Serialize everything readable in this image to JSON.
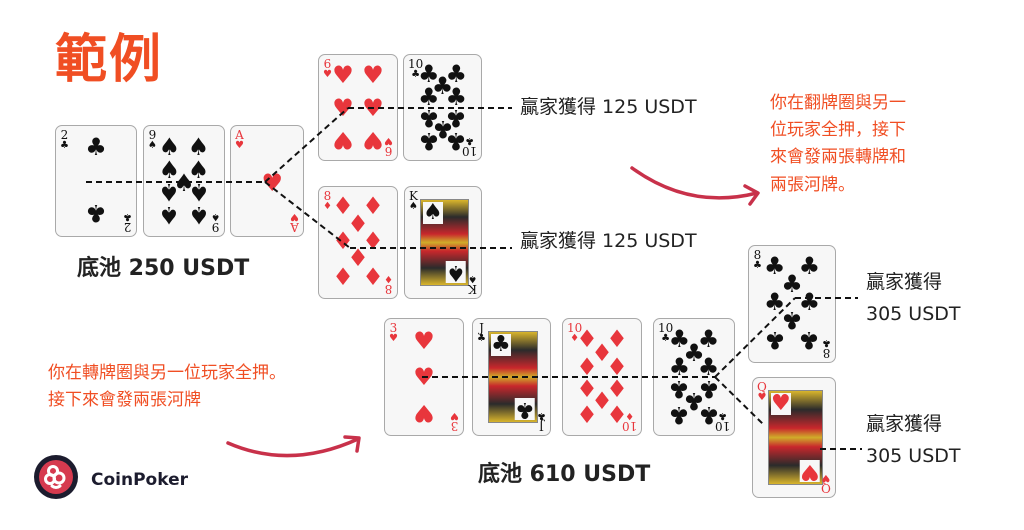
{
  "title": "範例",
  "flop_pot": "底池 250 USDT",
  "turn_pot": "底池 610 USDT",
  "winner_labels": {
    "top_a": "贏家獲得 125 USDT",
    "top_b": "贏家獲得 125 USDT",
    "bottom_a_line1": "贏家獲得",
    "bottom_a_line2": "305 USDT",
    "bottom_b_line1": "贏家獲得",
    "bottom_b_line2": "305 USDT"
  },
  "notes": {
    "flop_allin": [
      "你在翻牌圈與另一",
      "位玩家全押，接下",
      "來會發兩張轉牌和",
      "兩張河牌。"
    ],
    "turn_allin": [
      "你在轉牌圈與另一位玩家全押。",
      "接下來會發兩張河牌"
    ]
  },
  "brand": {
    "name": "CoinPoker",
    "accent": "#d63a4f",
    "dark": "#1c1c2e"
  },
  "colors": {
    "title": "#f04e23",
    "note": "#f04e23",
    "arrow": "#c8314a",
    "suit_red": "#e8363c"
  },
  "board_flop": [
    {
      "rank": "2",
      "suit": "♣",
      "color": "blk"
    },
    {
      "rank": "9",
      "suit": "♠",
      "color": "blk"
    },
    {
      "rank": "A",
      "suit": "♥",
      "color": "red"
    }
  ],
  "flop_runouts": [
    {
      "turn": {
        "rank": "6",
        "suit": "♥"
      },
      "river": {
        "rank": "10",
        "suit": "♣"
      }
    },
    {
      "turn": {
        "rank": "8",
        "suit": "♦"
      },
      "river": {
        "rank": "K",
        "suit": "♠"
      }
    }
  ],
  "board_turn": [
    {
      "rank": "3",
      "suit": "♥",
      "color": "red"
    },
    {
      "rank": "J",
      "suit": "♣",
      "color": "blk"
    },
    {
      "rank": "10",
      "suit": "♦",
      "color": "red"
    },
    {
      "rank": "10",
      "suit": "♣",
      "color": "blk"
    }
  ],
  "turn_runouts": [
    {
      "river": {
        "rank": "8",
        "suit": "♣"
      }
    },
    {
      "river": {
        "rank": "Q",
        "suit": "♥"
      }
    }
  ]
}
